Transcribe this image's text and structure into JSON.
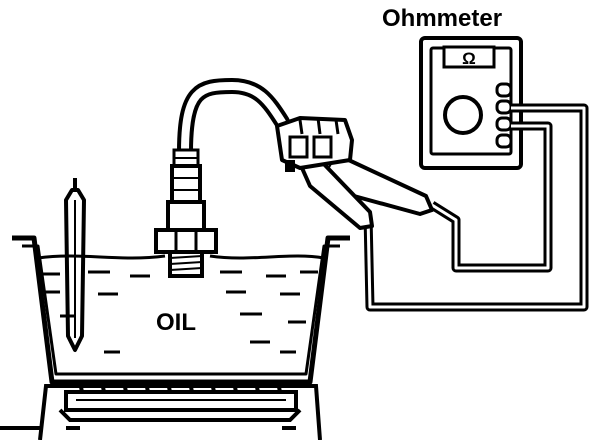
{
  "labels": {
    "meter": "Ohmmeter",
    "liquid": "OIL"
  },
  "meter_display": {
    "symbol": "Ω"
  },
  "colors": {
    "ink": "#000000",
    "paper": "#ffffff"
  }
}
